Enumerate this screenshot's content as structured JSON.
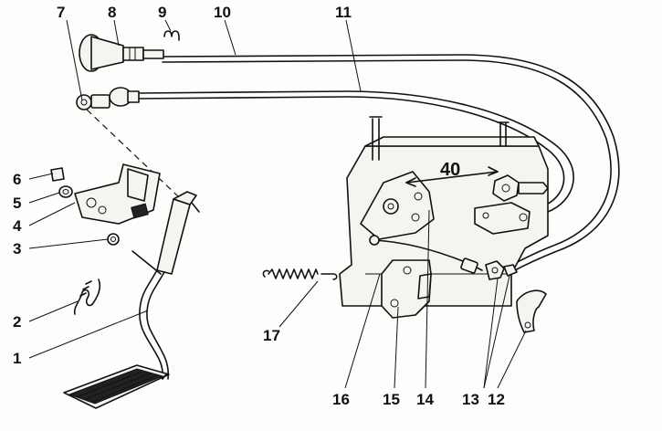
{
  "diagram": {
    "callouts": [
      "1",
      "2",
      "3",
      "4",
      "5",
      "6",
      "7",
      "8",
      "9",
      "10",
      "11",
      "12",
      "13",
      "14",
      "15",
      "16",
      "17"
    ],
    "dimension": "40"
  }
}
